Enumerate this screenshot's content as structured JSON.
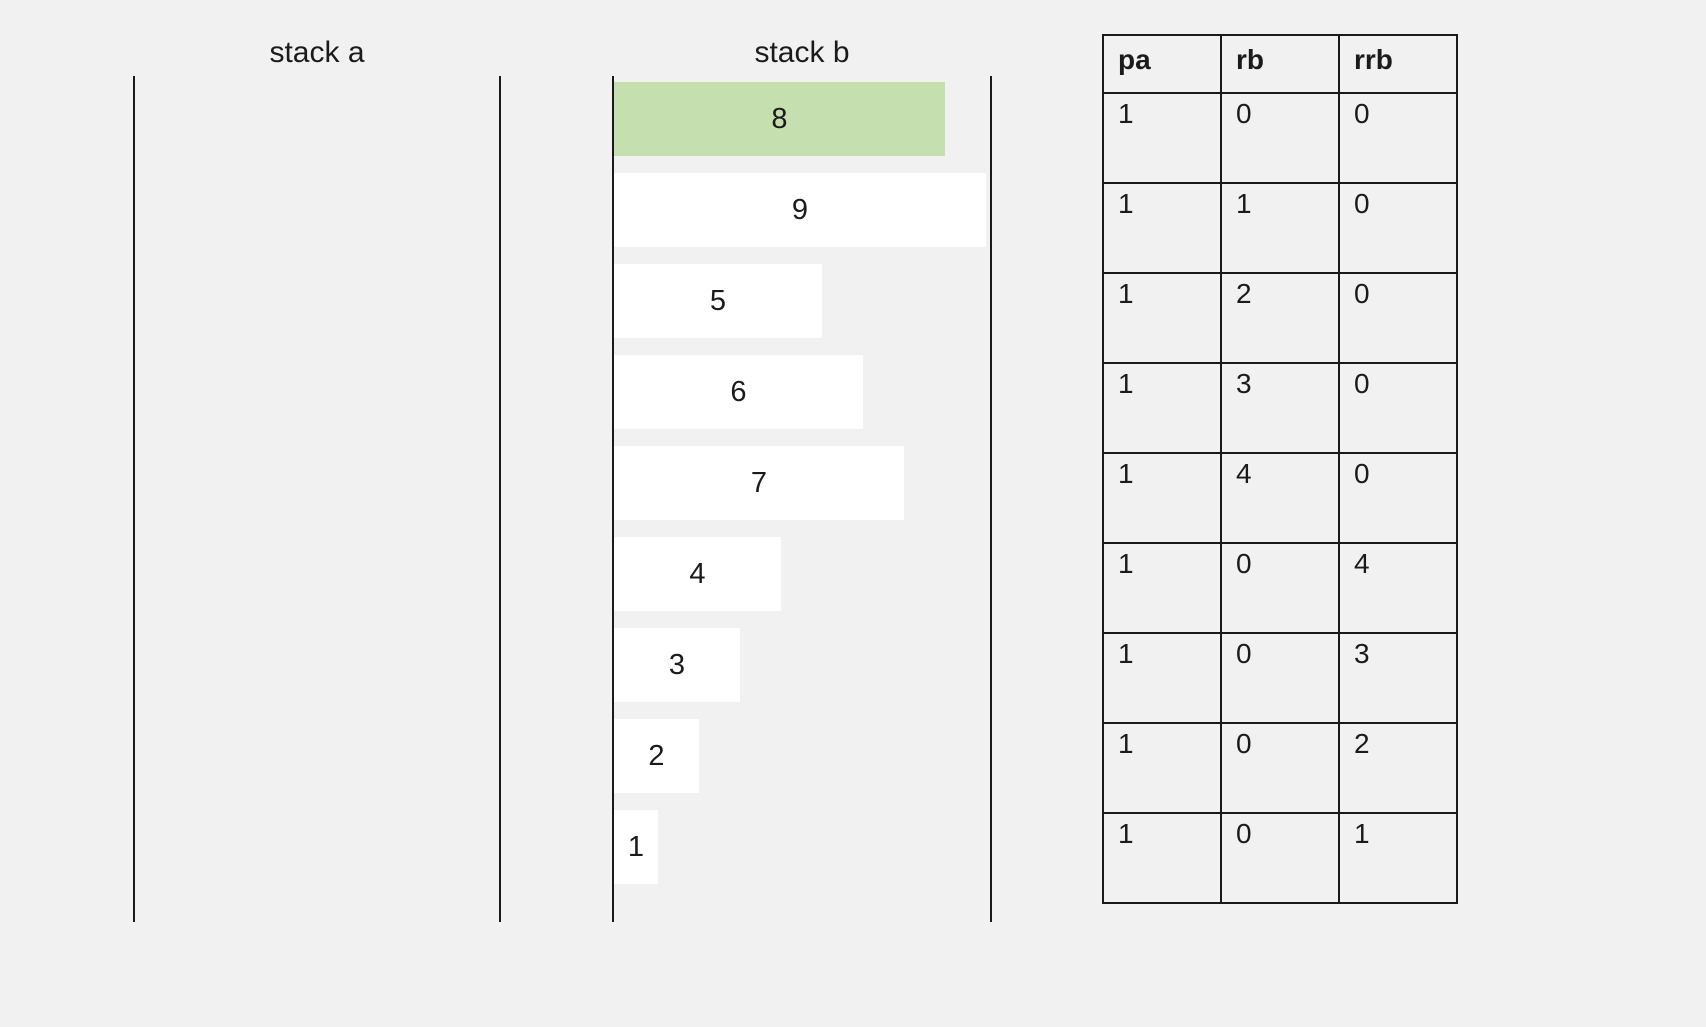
{
  "stacks": [
    {
      "id": "stack-a",
      "title": "stack a",
      "items": []
    },
    {
      "id": "stack-b",
      "title": "stack b",
      "items": [
        {
          "value": "8",
          "highlight": true
        },
        {
          "value": "9",
          "highlight": false
        },
        {
          "value": "5",
          "highlight": false
        },
        {
          "value": "6",
          "highlight": false
        },
        {
          "value": "7",
          "highlight": false
        },
        {
          "value": "4",
          "highlight": false
        },
        {
          "value": "3",
          "highlight": false
        },
        {
          "value": "2",
          "highlight": false
        },
        {
          "value": "1",
          "highlight": false
        }
      ]
    }
  ],
  "operations_table": {
    "headers": [
      "pa",
      "rb",
      "rrb"
    ],
    "rows": [
      [
        "1",
        "0",
        "0"
      ],
      [
        "1",
        "1",
        "0"
      ],
      [
        "1",
        "2",
        "0"
      ],
      [
        "1",
        "3",
        "0"
      ],
      [
        "1",
        "4",
        "0"
      ],
      [
        "1",
        "0",
        "4"
      ],
      [
        "1",
        "0",
        "3"
      ],
      [
        "1",
        "0",
        "2"
      ],
      [
        "1",
        "0",
        "1"
      ]
    ]
  },
  "colors": {
    "background": "#f1f1f1",
    "block_fill": "#ffffff",
    "highlight_fill": "#c5dfaf",
    "border": "#1a1a1a",
    "text": "#1b1b1b"
  }
}
